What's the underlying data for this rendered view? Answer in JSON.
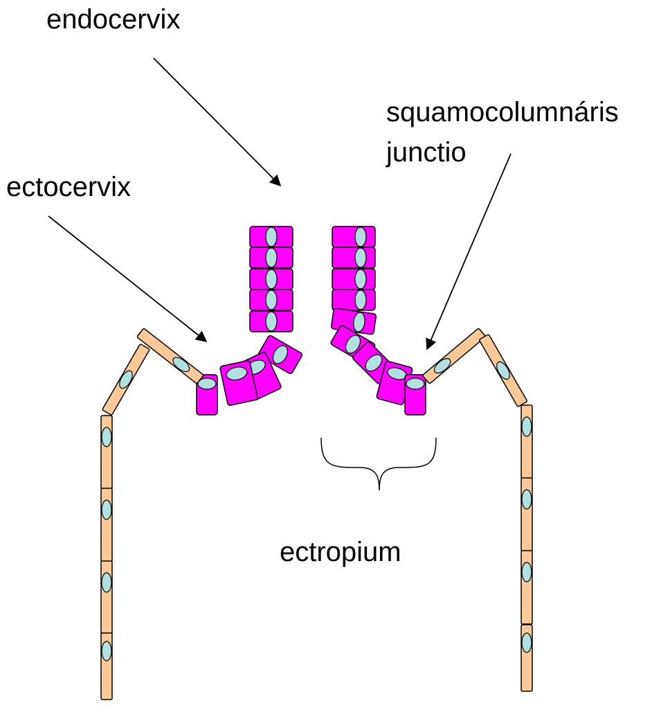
{
  "labels": {
    "endocervix": "endocervix",
    "squamocolumnaris_line1": "squamocolumnáris",
    "squamocolumnaris_line2": "junctio",
    "ectocervix": "ectocervix",
    "ectropium": "ectropium"
  },
  "colors": {
    "columnar_cell": "#ff00ff",
    "squamous_cell": "#fbc997",
    "nucleus": "#b2dfe0",
    "outline": "#000000",
    "background": "#ffffff"
  }
}
